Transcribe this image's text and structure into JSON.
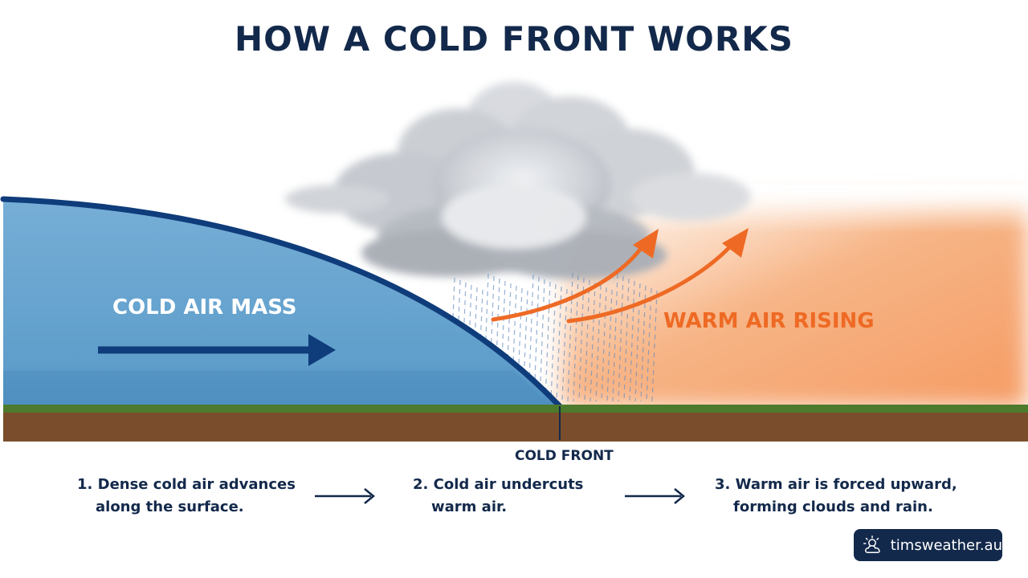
{
  "title": "HOW A COLD FRONT WORKS",
  "labels": {
    "cold_air_mass": "COLD AIR MASS",
    "warm_air_rising": "WARM AIR RISING",
    "cold_front": "COLD FRONT"
  },
  "steps": [
    {
      "line1": "1. Dense cold air advances",
      "line2": "along the surface."
    },
    {
      "line1": "2. Cold air undercuts",
      "line2": "warm air."
    },
    {
      "line1": "3. Warm air is forced upward,",
      "line2": "forming clouds and rain."
    }
  ],
  "badge": {
    "text": "timsweather.au",
    "icon": "sun-cloud-icon"
  },
  "colors": {
    "title": "#13294b",
    "cold_air": "#6fa8d0",
    "cold_front_line": "#0f3c7a",
    "warm_air": "#f5a06a",
    "warm_arrow": "#ee6a24",
    "ground_grass": "#4d7a2c",
    "ground_soil": "#7a4e2c",
    "cloud": "#b8bcc2",
    "rain": "#6a8fbf"
  }
}
